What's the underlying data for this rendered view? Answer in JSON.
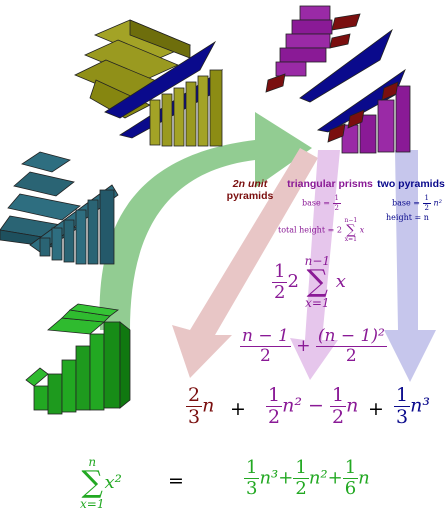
{
  "colors": {
    "olive": "#8c8c14",
    "navy": "#0a0a8c",
    "purple": "#8a1a96",
    "darkred": "#7a0f0f",
    "teal": "#2e6e80",
    "green": "#22a822",
    "arrow_green": "#8cc98c",
    "arrow_pink": "#e8c6c6",
    "arrow_lilac": "#e6c6ec",
    "arrow_periwinkle": "#c6c6ec"
  },
  "labels": {
    "unit_pyramids_line1": "2n unit",
    "unit_pyramids_line2": "pyramids",
    "triangular_prisms": "triangular prisms",
    "two_pyramids": "two pyramids"
  },
  "prism_notes": {
    "base_prefix": "base =",
    "base_num": "1",
    "base_den": "2",
    "height_prefix": "total height = 2",
    "sum_upper": "n−1",
    "sum_lower": "x=1",
    "sum_body": "x"
  },
  "pyramid_notes": {
    "base_prefix": "base =",
    "base_num": "1",
    "base_den": "2",
    "base_suffix": "n²",
    "height": "height = n"
  },
  "middle_sum": {
    "coef_num": "1",
    "coef_den": "2",
    "factor": "2",
    "upper": "n−1",
    "lower": "x=1",
    "body": "x"
  },
  "middle_fraction": {
    "left_num": "n − 1",
    "left_den": "2",
    "plus": "+",
    "right_num": "(n − 1)²",
    "right_den": "2"
  },
  "terms": {
    "red_num": "2",
    "red_den": "3",
    "red_var": "n",
    "plus1": "+",
    "p1_num": "1",
    "p1_den": "2",
    "p1_var": "n²",
    "minus": "−",
    "p2_num": "1",
    "p2_den": "2",
    "p2_var": "n",
    "plus2": "+",
    "b_num": "1",
    "b_den": "3",
    "b_var": "n³"
  },
  "final_equation": {
    "upper": "n",
    "lower": "x=1",
    "body": "x²",
    "equals": "=",
    "t1_num": "1",
    "t1_den": "3",
    "t1_var": "n³",
    "plus1": "+",
    "t2_num": "1",
    "t2_den": "2",
    "t2_var": "n²",
    "plus2": "+",
    "t3_num": "1",
    "t3_den": "6",
    "t3_var": "n"
  }
}
